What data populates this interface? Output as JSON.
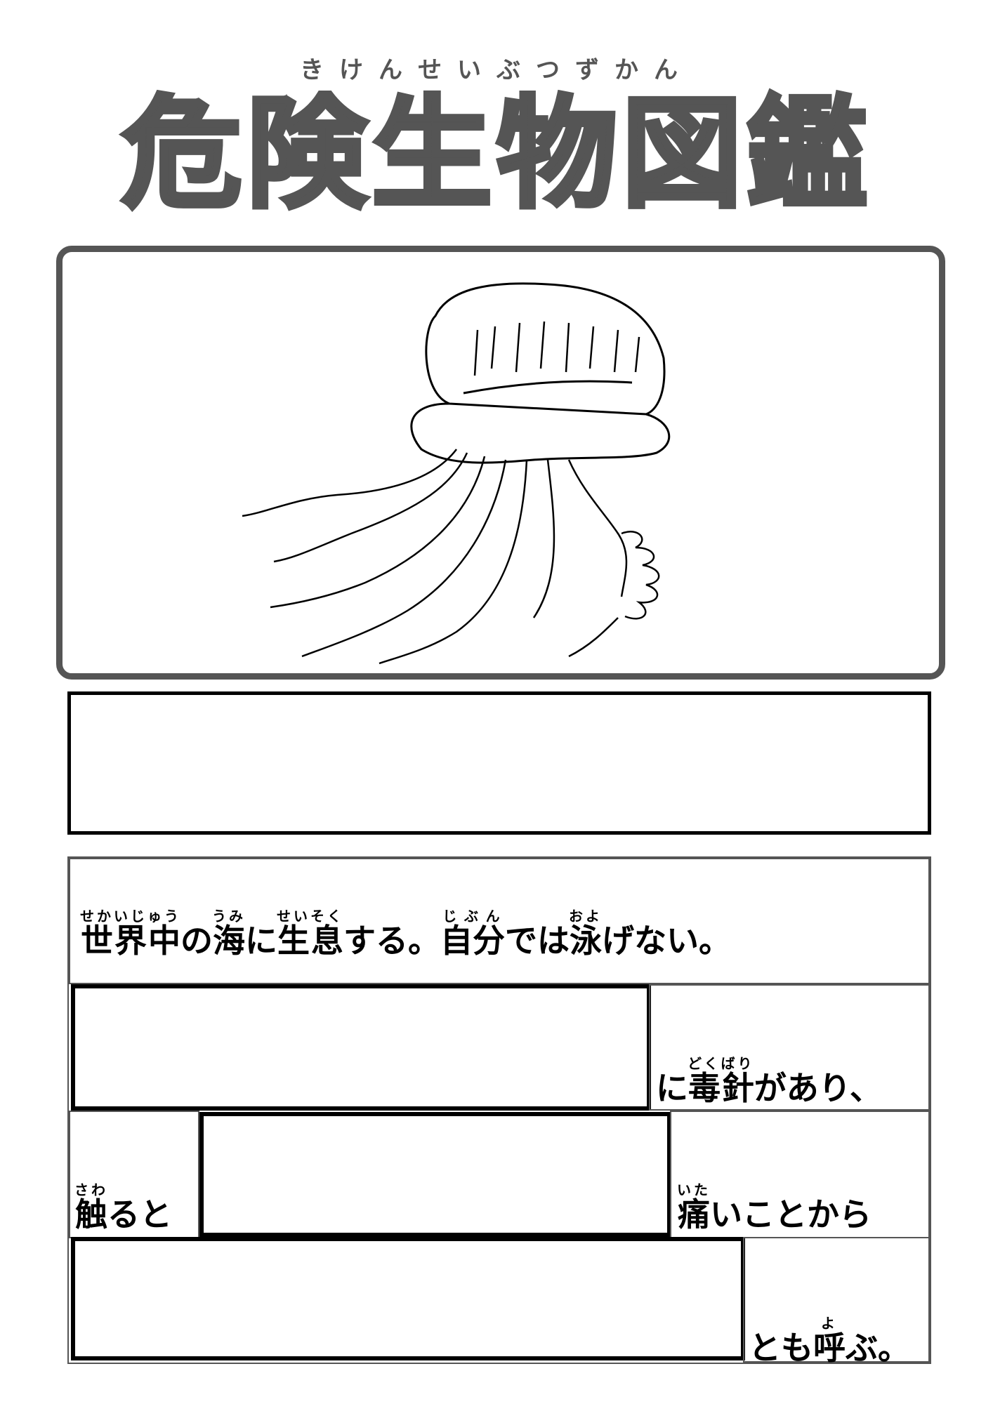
{
  "header": {
    "title_ruby": "きけんせいぶつずかん",
    "title": "危険生物図鑑"
  },
  "row1": [
    {
      "base": "世界中",
      "ruby": "せかいじゅう"
    },
    {
      "text": "の"
    },
    {
      "base": "海",
      "ruby": "うみ"
    },
    {
      "text": "に"
    },
    {
      "base": "生息",
      "ruby": "せいそく"
    },
    {
      "text": "する。"
    },
    {
      "base": "自分",
      "ruby": "じぶん"
    },
    {
      "text": "では"
    },
    {
      "base": "泳",
      "ruby": "およ"
    },
    {
      "text": "げない。"
    }
  ],
  "row2": [
    {
      "text": "に"
    },
    {
      "base": "毒針",
      "ruby": "どくばり"
    },
    {
      "text": "があり、"
    }
  ],
  "row3_left": [
    {
      "base": "触",
      "ruby": "さわ"
    },
    {
      "text": "ると"
    }
  ],
  "row3_right": [
    {
      "base": "痛",
      "ruby": "いた"
    },
    {
      "text": "いことから"
    }
  ],
  "row4": [
    {
      "text": "とも"
    },
    {
      "base": "呼",
      "ruby": "よ"
    },
    {
      "text": "ぶ。"
    }
  ]
}
